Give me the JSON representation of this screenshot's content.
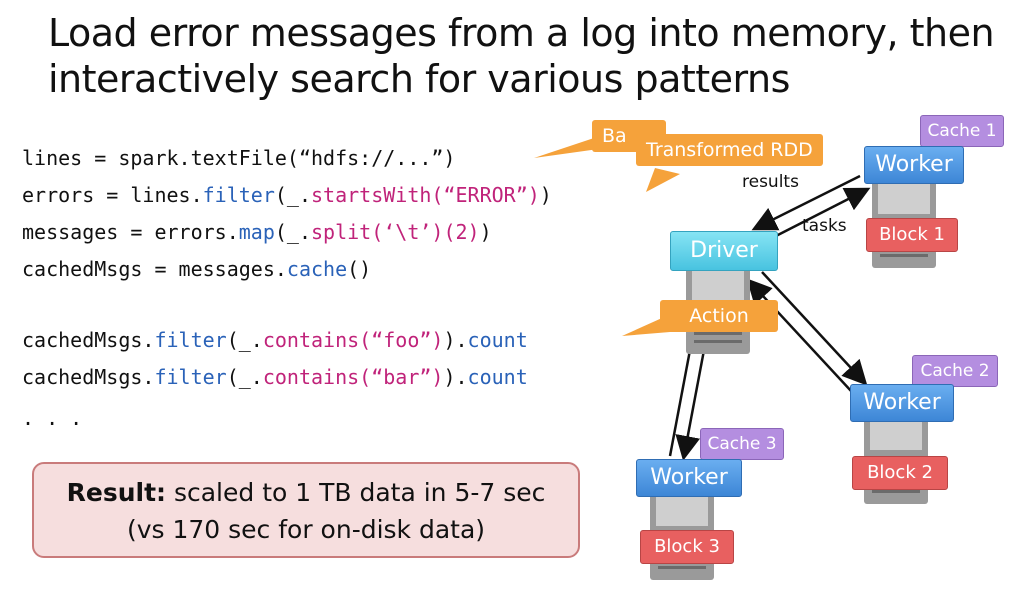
{
  "title": {
    "line1": "Load error messages from a log into memory, then",
    "line2": "interactively search for various patterns"
  },
  "code": {
    "l1_a": "lines = spark.textFile(“hdfs://...”)",
    "l2_a": "errors = lines.",
    "l2_kw": "filter",
    "l2_b": "(_.",
    "l2_str": "startsWith(“ERROR”)",
    "l2_c": ")",
    "l3_a": "messages = errors.",
    "l3_kw": "map",
    "l3_b": "(_.",
    "l3_str": "split(‘\\t’)(2)",
    "l3_c": ")",
    "l4_a": "cachedMsgs = messages.",
    "l4_kw": "cache",
    "l4_b": "()",
    "l5_a": "cachedMsgs.",
    "l5_kw": "filter",
    "l5_b": "(_.",
    "l5_str": "contains(“foo”)",
    "l5_c": ").",
    "l5_kw2": "count",
    "l6_a": "cachedMsgs.",
    "l6_kw": "filter",
    "l6_b": "(_.",
    "l6_str": "contains(“bar”)",
    "l6_c": ").",
    "l6_kw2": "count",
    "ellipsis": ". . ."
  },
  "callouts": {
    "base": "Ba",
    "transformed": "Transformed RDD",
    "action": "Action"
  },
  "result": {
    "bold": "Result:",
    "text1": " scaled to 1 TB data in 5-7 sec",
    "text2": "(vs 170 sec for on-disk data)"
  },
  "diagram": {
    "driver": "Driver",
    "worker1": "Worker",
    "cache1": "Cache 1",
    "block1": "Block 1",
    "worker2": "Worker",
    "cache2": "Cache 2",
    "block2": "Block 2",
    "worker3": "Worker",
    "cache3": "Cache 3",
    "block3": "Block 3",
    "results": "results",
    "tasks": "tasks"
  },
  "colors": {
    "callout": "#f5a23b",
    "keyword": "#2a62b8",
    "string": "#c0237a",
    "result_bg": "#f6dede"
  }
}
